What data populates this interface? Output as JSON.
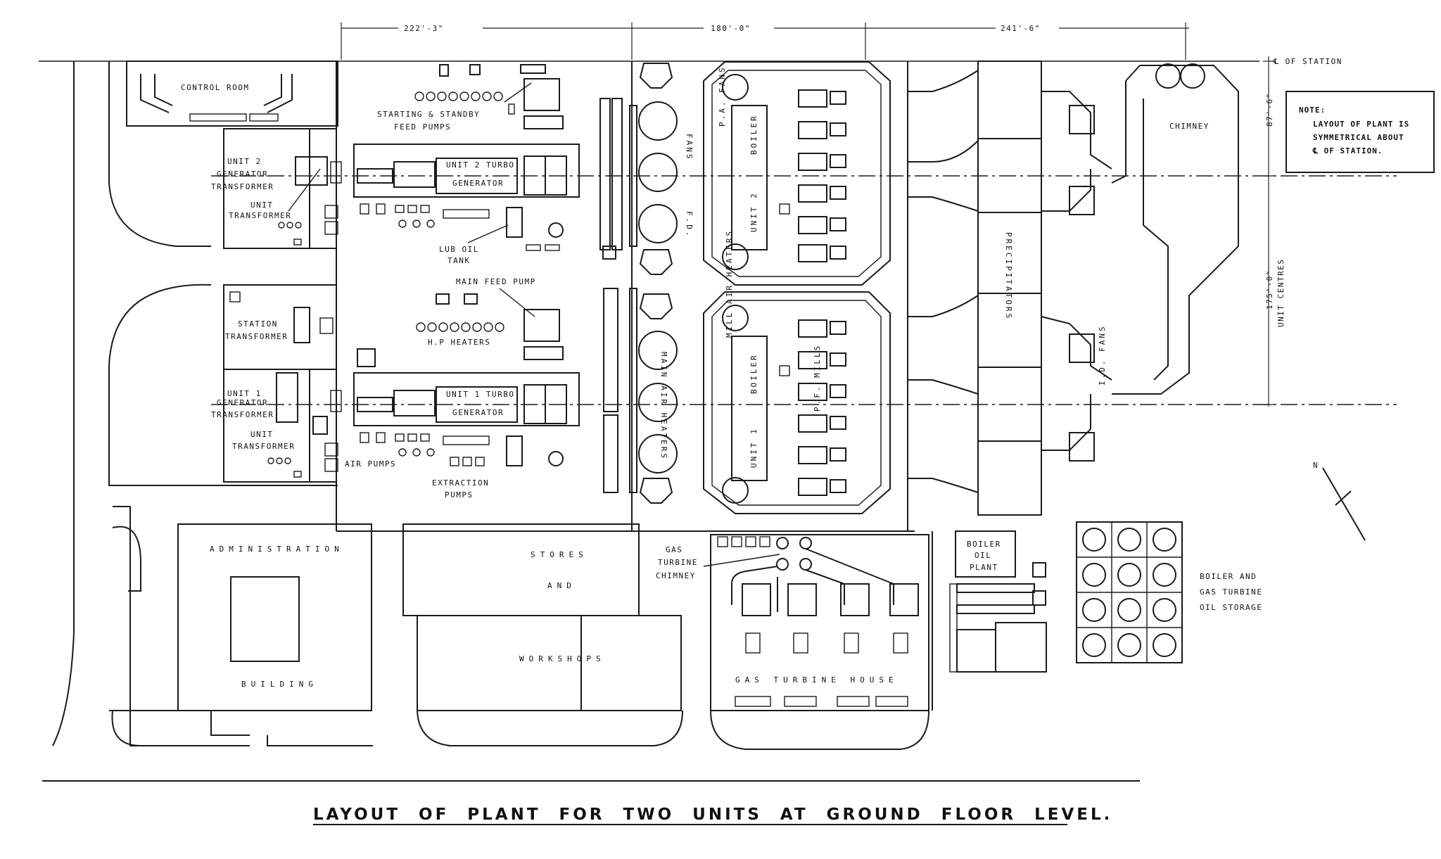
{
  "title": "LAYOUT OF PLANT FOR TWO UNITS AT GROUND FLOOR LEVEL.",
  "dimensions": {
    "left_span": "222'-3\"",
    "middle_span": "180'-0\"",
    "right_span": "241'-6\"",
    "half_station": "87'-6\"",
    "unit_centres_dim": "175'-0\"",
    "unit_centres_label": "UNIT CENTRES",
    "station_centre": "℄ OF STATION"
  },
  "note": {
    "heading": "NOTE:",
    "line1": "LAYOUT OF PLANT IS",
    "line2": "SYMMETRICAL ABOUT",
    "line3": "℄ OF STATION."
  },
  "north": "N",
  "labels": {
    "control_room": "CONTROL ROOM",
    "starting_feed_pumps_1": "STARTING & STANDBY",
    "starting_feed_pumps_2": "FEED PUMPS",
    "unit2_gen_tr_1": "UNIT 2",
    "unit2_gen_tr_2": "GENERATOR",
    "unit2_gen_tr_3": "TRANSFORMER",
    "unit2_unit_tr_1": "UNIT",
    "unit2_unit_tr_2": "TRANSFORMER",
    "unit2_turbo_1": "UNIT 2 TURBO",
    "unit2_turbo_2": "GENERATOR",
    "lub_oil_1": "LUB OIL",
    "lub_oil_2": "TANK",
    "fans": "FANS",
    "fd": "F.D.",
    "pa_fans": "P.A. FANS",
    "boiler": "BOILER",
    "unit_2": "UNIT 2",
    "chimney": "CHIMNEY",
    "precipitators": "PRECIPITATORS",
    "main_feed_pump": "MAIN FEED PUMP",
    "station_tr_1": "STATION",
    "station_tr_2": "TRANSFORMER",
    "hp_heaters": "H.P HEATERS",
    "unit1_gen_tr_1": "UNIT 1",
    "unit1_gen_tr_2": "GENERATOR",
    "unit1_gen_tr_3": "TRANSFORMER",
    "unit1_unit_tr_1": "UNIT",
    "unit1_unit_tr_2": "TRANSFORMER",
    "unit1_turbo_1": "UNIT 1 TURBO",
    "unit1_turbo_2": "GENERATOR",
    "air_pumps": "AIR PUMPS",
    "extraction_1": "EXTRACTION",
    "extraction_2": "PUMPS",
    "main_air_heaters": "MAIN AIR HEATERS",
    "mill_air_heaters": "MILL AIR HEATERS",
    "boiler_1": "BOILER",
    "unit_1": "UNIT 1",
    "pf_mills": "P.F. MILLS",
    "id_fans": "I.D. FANS",
    "administration": "ADMINISTRATION",
    "building": "BUILDING",
    "stores": "STORES",
    "and": "AND",
    "workshops": "WORKSHOPS",
    "gas_turbine_chimney_1": "GAS",
    "gas_turbine_chimney_2": "TURBINE",
    "gas_turbine_chimney_3": "CHIMNEY",
    "gas_turbine_house": "GAS TURBINE HOUSE",
    "boiler_oil_plant_1": "BOILER",
    "boiler_oil_plant_2": "OIL",
    "boiler_oil_plant_3": "PLANT",
    "oil_storage_1": "BOILER AND",
    "oil_storage_2": "GAS TURBINE",
    "oil_storage_3": "OIL STORAGE"
  }
}
